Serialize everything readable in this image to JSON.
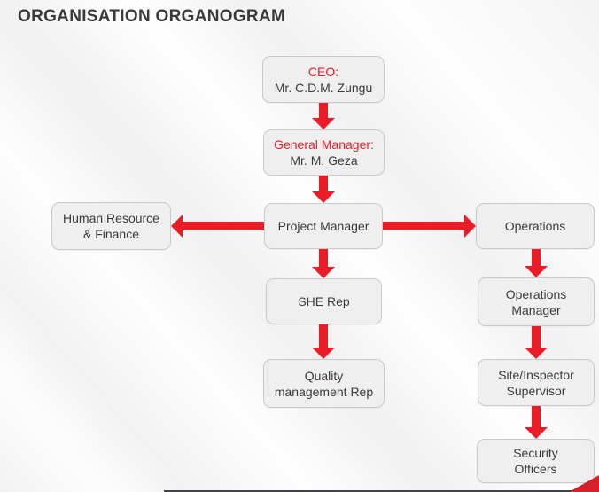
{
  "page": {
    "title": "ORGANISATION ORGANOGRAM"
  },
  "colors": {
    "accent_red": "#ea1c28",
    "box_fill": "#efefef",
    "box_border": "#c9c9c9",
    "text_dark": "#3a3a3a",
    "footer_bar": "#42424d"
  },
  "nodes": {
    "ceo": {
      "role": "CEO:",
      "person": "Mr. C.D.M. Zungu"
    },
    "general_manager": {
      "role": "General Manager:",
      "person": "Mr. M. Geza"
    },
    "human_resource": {
      "line1": "Human Resource",
      "line2": "& Finance"
    },
    "project_manager": {
      "line1": "Project Manager"
    },
    "operations": {
      "line1": "Operations"
    },
    "she_rep": {
      "line1": "SHE Rep"
    },
    "quality_rep": {
      "line1": "Quality",
      "line2": "management Rep"
    },
    "operations_manager": {
      "line1": "Operations",
      "line2": "Manager"
    },
    "site_inspector_supervisor": {
      "line1": "Site/Inspector",
      "line2": "Supervisor"
    },
    "security_officers": {
      "line1": "Security",
      "line2": "Officers"
    }
  }
}
